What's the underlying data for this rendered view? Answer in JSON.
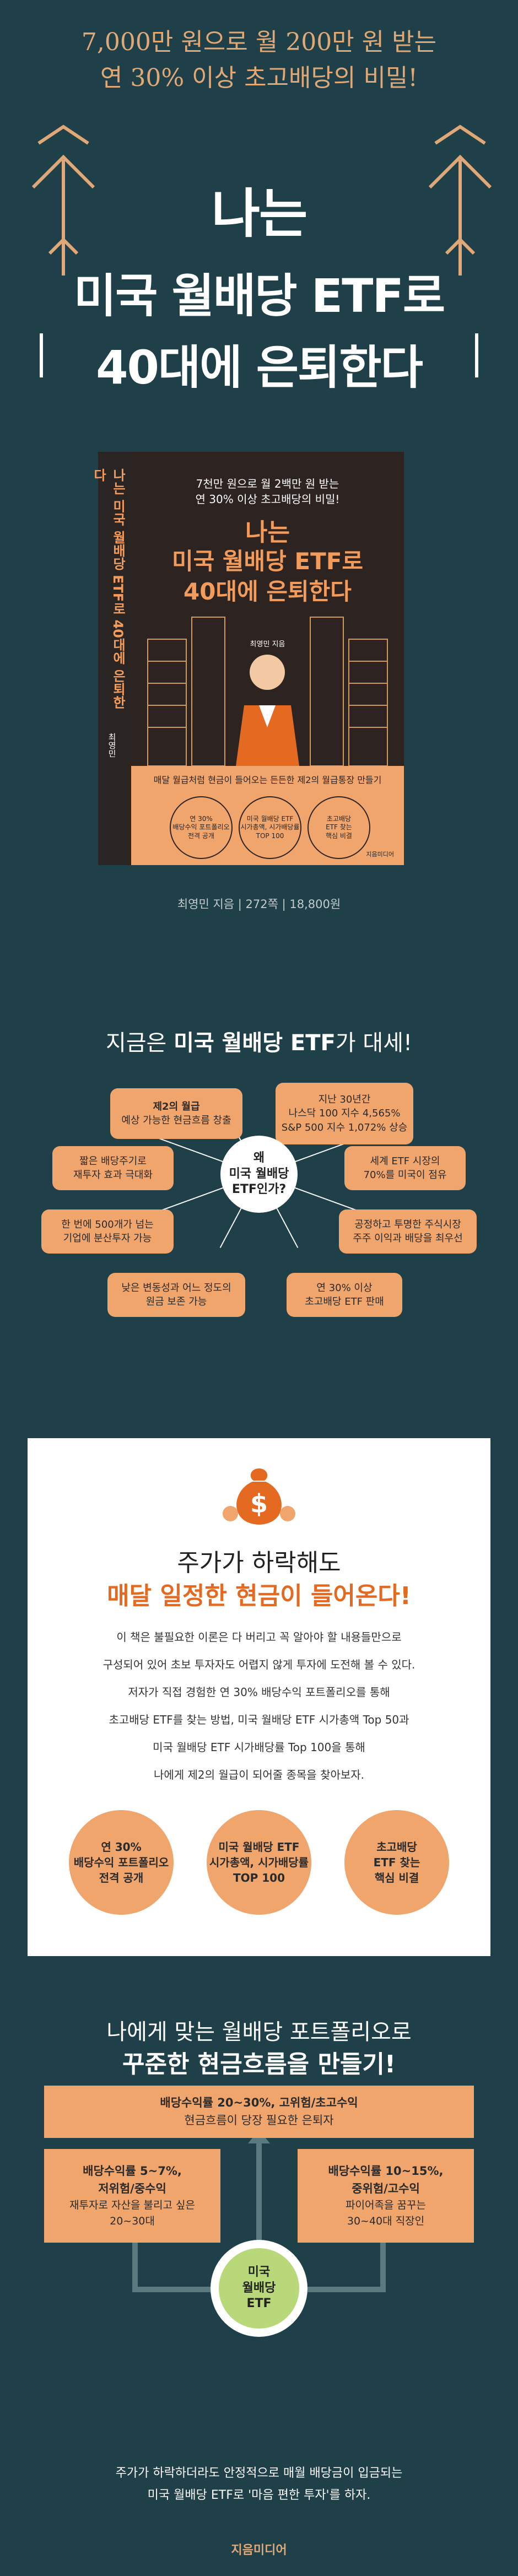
{
  "hero": {
    "tagline_1": "7,000만 원으로 월 200만 원 받는",
    "tagline_2": "연 30% 이상 초고배당의 비밀!",
    "title_1": "나는",
    "title_2": "미국 월배당 ETF로",
    "title_3": "40대에 은퇴한다"
  },
  "book": {
    "spine_title": "나는 미국 월배당 ETF로 40대에 은퇴한다",
    "spine_author": "최영민",
    "top_1": "7천만 원으로 월 2백만 원 받는",
    "top_2": "연 30% 이상 초고배당의 비밀!",
    "title_1": "나는",
    "title_2": "미국 월배당 ETF로",
    "title_3": "40대에 은퇴한다",
    "author": "최영민 지음",
    "band_text": "매달 월급처럼 현금이 들어오는 든든한 제2의 월급통장 만들기",
    "circle_1": "연 30%\n배당수익 포트폴리오\n전격 공개",
    "circle_2": "미국 월배당 ETF\n시가총액, 시가배당률\nTOP 100",
    "circle_3": "초고배당\nETF 찾는\n핵심 비결",
    "publisher": "지음미디어"
  },
  "credit": "최영민 지음 | 272쪽 | 18,800원",
  "trend": {
    "headline_pre": "지금은 ",
    "headline_bold": "미국 월배당 ETF",
    "headline_post": "가 대세!",
    "center": "왜\n미국 월배당\nETF인가?",
    "items": [
      {
        "bold": "제2의 월급",
        "text": "예상 가능한 현금흐름 창출"
      },
      {
        "text": "지난 30년간\n나스닥 100 지수 4,565%\nS&P 500 지수 1,072% 상승"
      },
      {
        "text": "짧은 배당주기로\n재투자 효과 극대화"
      },
      {
        "text": "세계 ETF 시장의\n70%를 미국이 점유"
      },
      {
        "text": "한 번에 500개가 넘는\n기업에 분산투자 가능"
      },
      {
        "text": "공정하고 투명한 주식시장\n주주 이익과 배당을 최우선"
      },
      {
        "text": "낮은 변동성과 어느 정도의\n원금 보존 가능"
      },
      {
        "text": "연 30% 이상\n초고배당 ETF 판매"
      }
    ]
  },
  "promise": {
    "h1": "주가가 하락해도",
    "h2": "매달 일정한 현금이 들어온다!",
    "lines": [
      "이 책은 불필요한 이론은 다 버리고 꼭 알아야 할 내용들만으로",
      "구성되어 있어 초보 투자자도 어렵지 않게 투자에 도전해 볼 수 있다.",
      "저자가 직접 경험한 연 30% 배당수익 포트폴리오를 통해",
      "초고배당 ETF를 찾는 방법, 미국 월배당 ETF 시가총액 Top 50과",
      "미국 월배당 ETF 시가배당률 Top 100을 통해",
      "나에게 제2의 월급이 되어줄 종목을 찾아보자."
    ],
    "circle_1": "연 30%\n배당수익 포트폴리오\n전격 공개",
    "circle_2": "미국 월배당 ETF\n시가총액, 시가배당률\nTOP 100",
    "circle_3": "초고배당\nETF 찾는\n핵심 비결"
  },
  "portfolio": {
    "h1": "나에게 맞는 월배당 포트폴리오로",
    "h2": "꾸준한 현금흐름을 만들기!",
    "top_title": "배당수익률 20~30%, 고위험/초고수익",
    "top_sub": "현금흐름이 당장 필요한 은퇴자",
    "left_title": "배당수익률 5~7%,\n저위험/중수익",
    "left_sub": "재투자로 자산을 불리고 싶은\n20~30대",
    "right_title": "배당수익률 10~15%,\n중위험/고수익",
    "right_sub": "파이어족을 꿈꾸는\n30~40대 직장인",
    "center": "미국\n월배당\nETF",
    "note_1": "주가가 하락하더라도 안정적으로 매월 배당금이 입금되는",
    "note_2": "미국 월배당 ETF로 '마음 편한 투자'를 하자.",
    "logo": "지음미디어"
  },
  "colors": {
    "background": "#1f4048",
    "accent": "#f0a56c",
    "highlight": "#e46a22",
    "gold": "#e0a877"
  }
}
